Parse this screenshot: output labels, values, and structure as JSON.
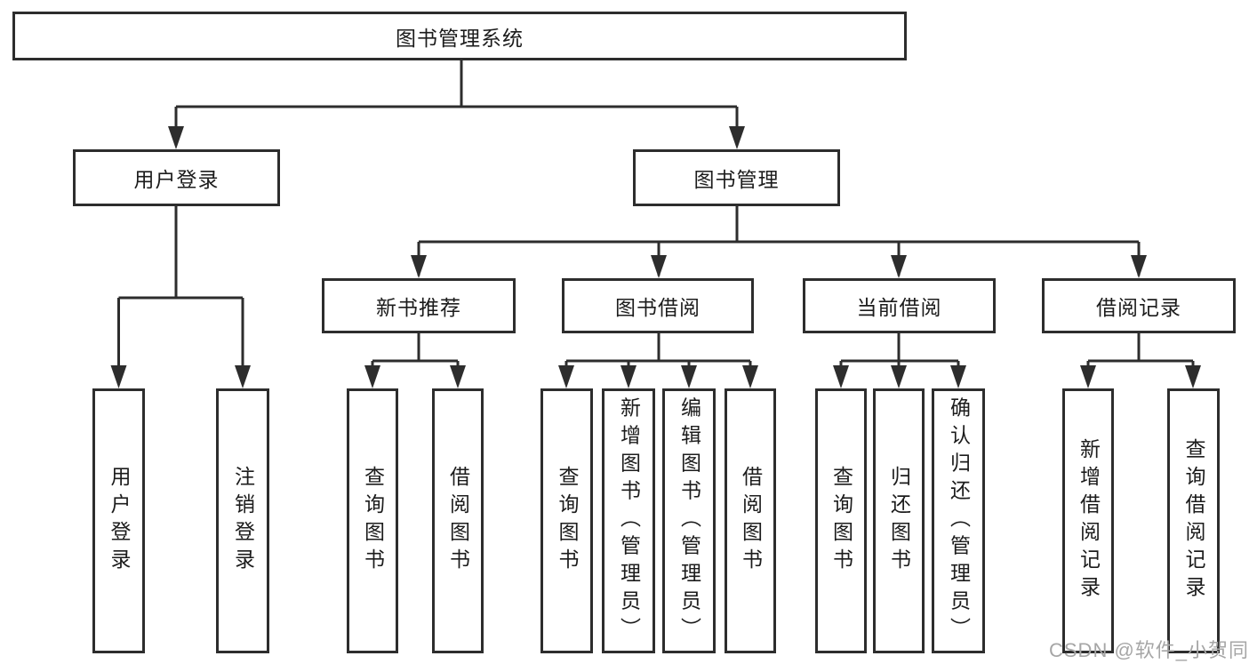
{
  "diagram": {
    "root_label": "图书管理系统",
    "branches": [
      {
        "label": "用户登录",
        "leaves": [
          "用户登录",
          "注销登录"
        ]
      },
      {
        "label": "图书管理",
        "groups": [
          {
            "label": "新书推荐",
            "leaves": [
              "查询图书",
              "借阅图书"
            ]
          },
          {
            "label": "图书借阅",
            "leaves": [
              "查询图书",
              "新增图书（管理员）",
              "编辑图书（管理员）",
              "借阅图书"
            ]
          },
          {
            "label": "当前借阅",
            "leaves": [
              "查询图书",
              "归还图书",
              "确认归还（管理员）"
            ]
          },
          {
            "label": "借阅记录",
            "leaves": [
              "新增借阅记录",
              "查询借阅记录"
            ]
          }
        ]
      }
    ]
  },
  "watermark": "CSDN @软件_小贺同学",
  "colors": {
    "line": "#2d2d2d",
    "text": "#1c1c1c",
    "watermark": "#a6a6a6",
    "background": "#ffffff"
  }
}
